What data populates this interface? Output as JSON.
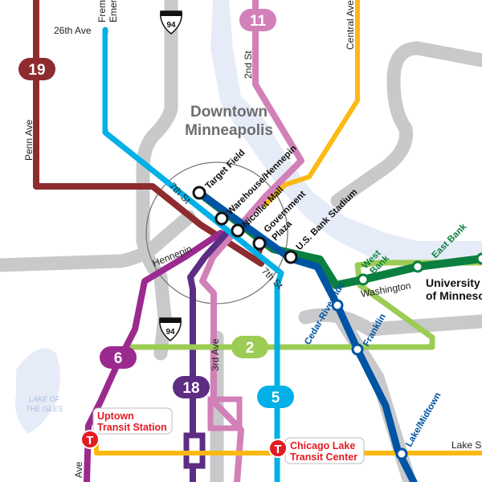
{
  "area_title": [
    "Downtown",
    "Minneapolis"
  ],
  "highways": [
    {
      "shield": "94"
    },
    {
      "shield": "94"
    }
  ],
  "routes": [
    {
      "number": "19",
      "color": "#8e2b2f"
    },
    {
      "number": "11",
      "color": "#d280b8"
    },
    {
      "number": "6",
      "color": "#9b2a8e"
    },
    {
      "number": "18",
      "color": "#5c2d83"
    },
    {
      "number": "2",
      "color": "#9ccc54"
    },
    {
      "number": "5",
      "color": "#00b0e6"
    }
  ],
  "lines": {
    "green": "#0b7f3f",
    "blue": "#0054a4",
    "yellow": "#fdb913"
  },
  "streets": {
    "penn": "Penn Ave",
    "ave26": "26th Ave",
    "fremont": "Fremont",
    "emerson": "Emerson",
    "st2": "2nd St",
    "central": "Central Ave",
    "st7a": "7th St",
    "st7b": "7th St",
    "hennepin": "Hennepin",
    "ave3": "3rd Ave",
    "washington": "Washington",
    "lake": "Lake St",
    "ave_bottom": "Ave"
  },
  "stations": {
    "target_field": "Target Field",
    "warehouse": "Warehouse/Hennepin",
    "nicollet": "Nicollet Mall",
    "gov1": "Government",
    "gov2": "Plaza",
    "usbank": "U.S. Bank Stadium",
    "west_bank1": "West",
    "west_bank2": "Bank",
    "east_bank": "East Bank",
    "cedar": "Cedar-Riverside",
    "franklin": "Franklin",
    "lake_midtown": "Lake/Midtown"
  },
  "places": {
    "umn1": "University",
    "umn2": "of Minnesota",
    "lake1": "LAKE OF",
    "lake2": "THE ISLES"
  },
  "transit_centers": [
    {
      "line1": "Uptown",
      "line2": "Transit Station",
      "icon": "T"
    },
    {
      "line1": "Chicago Lake",
      "line2": "Transit Center",
      "icon": "T"
    }
  ]
}
